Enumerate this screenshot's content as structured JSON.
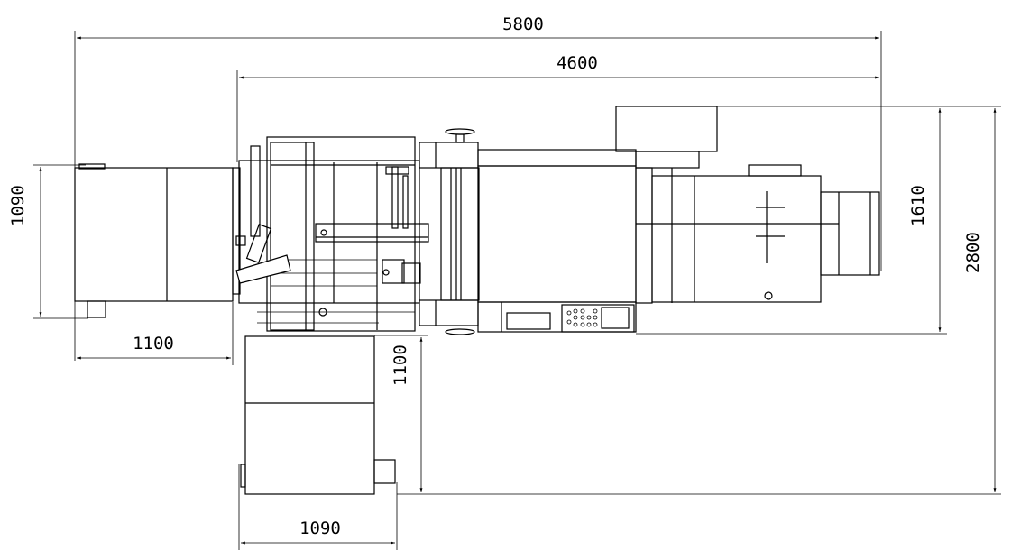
{
  "dimensions": {
    "overall_length": "5800",
    "machine_length": "4600",
    "left_unit_width": "1090",
    "left_unit_length": "1100",
    "machine_width": "1610",
    "overall_width": "2800",
    "lower_unit_length": "1100",
    "lower_unit_width": "1090"
  },
  "colors": {
    "line": "#000000",
    "background": "#ffffff"
  }
}
